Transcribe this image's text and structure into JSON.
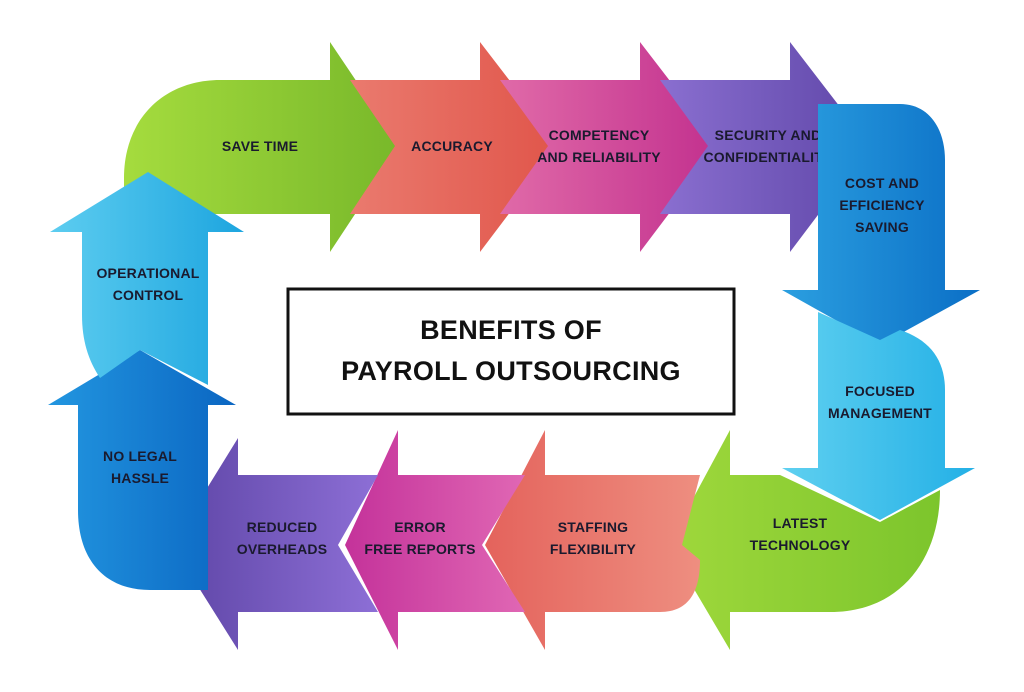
{
  "title": {
    "line1": "BENEFITS OF",
    "line2": "PAYROLL OUTSOURCING"
  },
  "benefits": [
    {
      "id": "save-time",
      "lines": [
        "SAVE TIME"
      ],
      "colors": [
        "#a5dc3e",
        "#78b82a"
      ]
    },
    {
      "id": "accuracy",
      "lines": [
        "ACCURACY"
      ],
      "colors": [
        "#ea7a6e",
        "#e0554a"
      ]
    },
    {
      "id": "competency",
      "lines": [
        "COMPETENCY",
        "AND RELIABILITY"
      ],
      "colors": [
        "#e06aa8",
        "#c2308e"
      ]
    },
    {
      "id": "security",
      "lines": [
        "SECURITY AND",
        "CONFIDENTIALITY"
      ],
      "colors": [
        "#8a6fd0",
        "#5f46a8"
      ]
    },
    {
      "id": "cost",
      "lines": [
        "COST AND",
        "EFFICIENCY",
        "SAVING"
      ],
      "colors": [
        "#2b9fe0",
        "#0b6fc6"
      ]
    },
    {
      "id": "focused",
      "lines": [
        "FOCUSED",
        "MANAGEMENT"
      ],
      "colors": [
        "#5fd0f0",
        "#24b0e6"
      ]
    },
    {
      "id": "latest",
      "lines": [
        "LATEST",
        "TECHNOLOGY"
      ],
      "colors": [
        "#9fd83c",
        "#7cc52c"
      ]
    },
    {
      "id": "staffing",
      "lines": [
        "STAFFING",
        "FLEXIBILITY"
      ],
      "colors": [
        "#e4635c",
        "#ee8e80"
      ]
    },
    {
      "id": "error",
      "lines": [
        "ERROR",
        "FREE REPORTS"
      ],
      "colors": [
        "#c4329a",
        "#e067b4"
      ]
    },
    {
      "id": "overheads",
      "lines": [
        "REDUCED",
        "OVERHEADS"
      ],
      "colors": [
        "#5e45a6",
        "#8d6fd6"
      ]
    },
    {
      "id": "legal",
      "lines": [
        "NO LEGAL",
        "HASSLE"
      ],
      "colors": [
        "#2296e0",
        "#0b66c2"
      ]
    },
    {
      "id": "operational",
      "lines": [
        "OPERATIONAL",
        "CONTROL"
      ],
      "colors": [
        "#5dcdf0",
        "#1da5df"
      ]
    }
  ]
}
